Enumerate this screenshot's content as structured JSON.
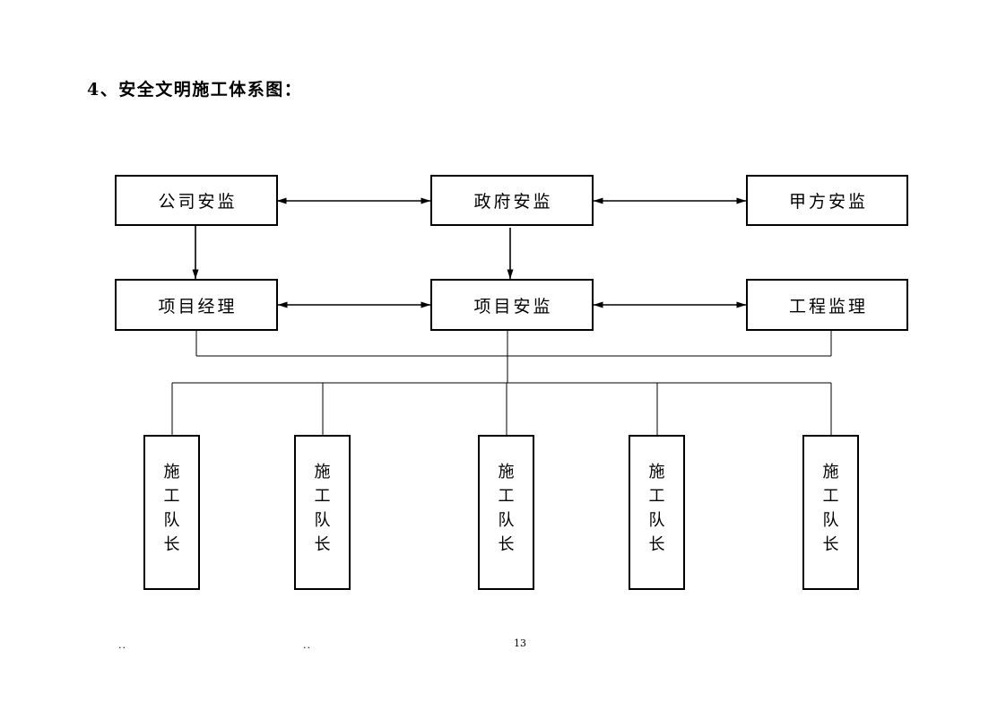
{
  "page": {
    "title": "4、安全文明施工体系图：",
    "footer": {
      "left_mark": "..",
      "center_mark": "..",
      "page_number": "13"
    },
    "colors": {
      "background": "#ffffff",
      "line": "#000000",
      "text": "#000000"
    }
  },
  "diagram": {
    "top_row": [
      {
        "id": "company-safety",
        "label": "公司安监"
      },
      {
        "id": "government-safety",
        "label": "政府安监"
      },
      {
        "id": "party-a-safety",
        "label": "甲方安监"
      }
    ],
    "middle_row": [
      {
        "id": "project-manager",
        "label": "项目经理"
      },
      {
        "id": "project-safety",
        "label": "项目安监"
      },
      {
        "id": "engineering-supervision",
        "label": "工程监理"
      }
    ],
    "bottom_row": [
      {
        "id": "construction-leader-1",
        "label": "施工队长"
      },
      {
        "id": "construction-leader-2",
        "label": "施工队长"
      },
      {
        "id": "construction-leader-3",
        "label": "施工队长"
      },
      {
        "id": "construction-leader-4",
        "label": "施工队长"
      },
      {
        "id": "construction-leader-5",
        "label": "施工队长"
      }
    ]
  }
}
